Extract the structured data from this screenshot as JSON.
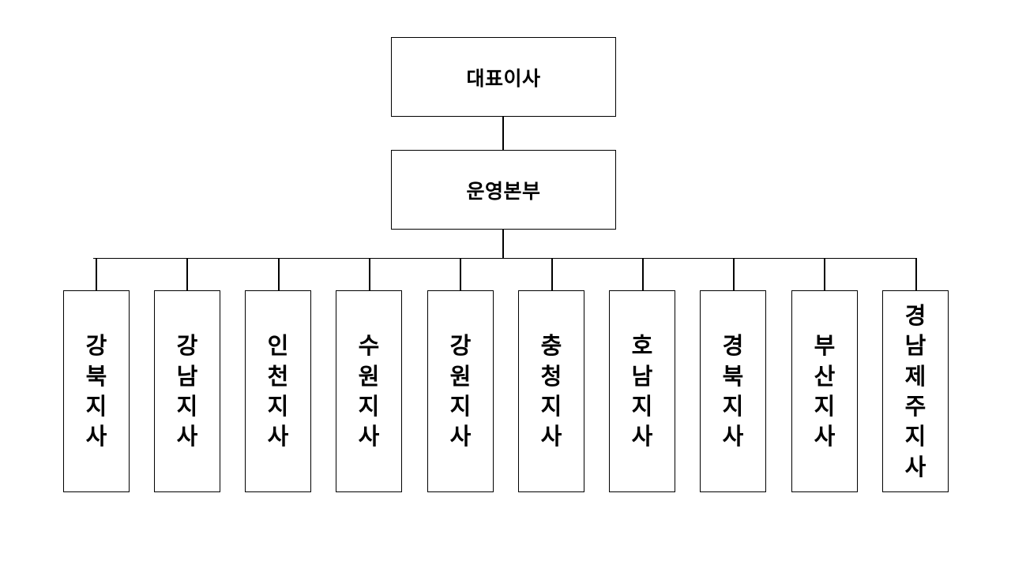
{
  "chart_data": {
    "type": "diagram",
    "diagram_type": "organizational-chart",
    "title": "",
    "orientation": "top-down",
    "levels": 3,
    "nodes": [
      {
        "id": "ceo",
        "label": "대표이사",
        "level": 0,
        "parent": null,
        "text_orientation": "horizontal"
      },
      {
        "id": "ops",
        "label": "운영본부",
        "level": 1,
        "parent": "ceo",
        "text_orientation": "horizontal"
      },
      {
        "id": "b1",
        "label": "강북지사",
        "level": 2,
        "parent": "ops",
        "text_orientation": "vertical",
        "chars": [
          "강",
          "북",
          "지",
          "사"
        ]
      },
      {
        "id": "b2",
        "label": "강남지사",
        "level": 2,
        "parent": "ops",
        "text_orientation": "vertical",
        "chars": [
          "강",
          "남",
          "지",
          "사"
        ]
      },
      {
        "id": "b3",
        "label": "인천지사",
        "level": 2,
        "parent": "ops",
        "text_orientation": "vertical",
        "chars": [
          "인",
          "천",
          "지",
          "사"
        ]
      },
      {
        "id": "b4",
        "label": "수원지사",
        "level": 2,
        "parent": "ops",
        "text_orientation": "vertical",
        "chars": [
          "수",
          "원",
          "지",
          "사"
        ]
      },
      {
        "id": "b5",
        "label": "강원지사",
        "level": 2,
        "parent": "ops",
        "text_orientation": "vertical",
        "chars": [
          "강",
          "원",
          "지",
          "사"
        ]
      },
      {
        "id": "b6",
        "label": "충청지사",
        "level": 2,
        "parent": "ops",
        "text_orientation": "vertical",
        "chars": [
          "충",
          "청",
          "지",
          "사"
        ]
      },
      {
        "id": "b7",
        "label": "호남지사",
        "level": 2,
        "parent": "ops",
        "text_orientation": "vertical",
        "chars": [
          "호",
          "남",
          "지",
          "사"
        ]
      },
      {
        "id": "b8",
        "label": "경북지사",
        "level": 2,
        "parent": "ops",
        "text_orientation": "vertical",
        "chars": [
          "경",
          "북",
          "지",
          "사"
        ]
      },
      {
        "id": "b9",
        "label": "부산지사",
        "level": 2,
        "parent": "ops",
        "text_orientation": "vertical",
        "chars": [
          "부",
          "산",
          "지",
          "사"
        ]
      },
      {
        "id": "b10",
        "label": "경남제주지사",
        "level": 2,
        "parent": "ops",
        "text_orientation": "vertical",
        "chars": [
          "경",
          "남",
          "제",
          "주",
          "지",
          "사"
        ]
      }
    ],
    "colors": {
      "background": "#ffffff",
      "box_fill": "#ffffff",
      "box_border": "#000000",
      "connector": "#000000",
      "text": "#000000"
    }
  },
  "top_nodes": {
    "ceo": {
      "label": "대표이사"
    },
    "ops": {
      "label": "운영본부"
    }
  },
  "branches": [
    {
      "label": "강북지사",
      "c0": "강",
      "c1": "북",
      "c2": "지",
      "c3": "사"
    },
    {
      "label": "강남지사",
      "c0": "강",
      "c1": "남",
      "c2": "지",
      "c3": "사"
    },
    {
      "label": "인천지사",
      "c0": "인",
      "c1": "천",
      "c2": "지",
      "c3": "사"
    },
    {
      "label": "수원지사",
      "c0": "수",
      "c1": "원",
      "c2": "지",
      "c3": "사"
    },
    {
      "label": "강원지사",
      "c0": "강",
      "c1": "원",
      "c2": "지",
      "c3": "사"
    },
    {
      "label": "충청지사",
      "c0": "충",
      "c1": "청",
      "c2": "지",
      "c3": "사"
    },
    {
      "label": "호남지사",
      "c0": "호",
      "c1": "남",
      "c2": "지",
      "c3": "사"
    },
    {
      "label": "경북지사",
      "c0": "경",
      "c1": "북",
      "c2": "지",
      "c3": "사"
    },
    {
      "label": "부산지사",
      "c0": "부",
      "c1": "산",
      "c2": "지",
      "c3": "사"
    },
    {
      "label": "경남제주지사",
      "c0": "경",
      "c1": "남",
      "c2": "제",
      "c3": "주",
      "c4": "지",
      "c5": "사"
    }
  ]
}
